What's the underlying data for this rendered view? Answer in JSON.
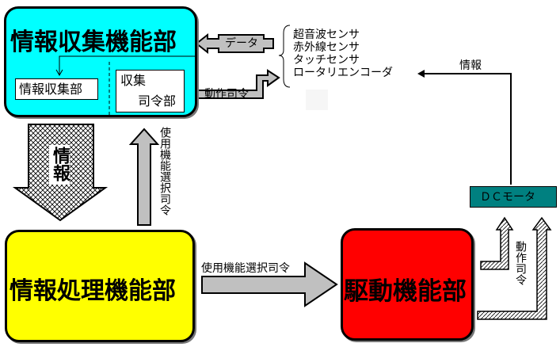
{
  "diagram": {
    "collection_unit": {
      "title": "情報収集機能部",
      "sub_info": "情報収集部",
      "sub_command_line1": "収集",
      "sub_command_line2": "司令部",
      "color": "#00FFFF"
    },
    "processing_unit": {
      "title": "情報処理機能部",
      "color": "#FFFF00"
    },
    "drive_unit": {
      "title": "駆動機能部",
      "color": "#FF0000"
    },
    "dc_motor": {
      "label": "ＤＣモータ",
      "color": "#008080"
    },
    "sensors": [
      "超音波センサ",
      "赤外線センサ",
      "タッチセンサ",
      "ロータリエンコーダ"
    ],
    "arrows": {
      "data": "データ",
      "action_command": "動作司令",
      "info_down": "情報",
      "select_command_up": "使用機能選択司令",
      "select_command_right": "使用機能選択司令",
      "motor_feedback": "情報",
      "motor_command": "動作司令"
    }
  }
}
